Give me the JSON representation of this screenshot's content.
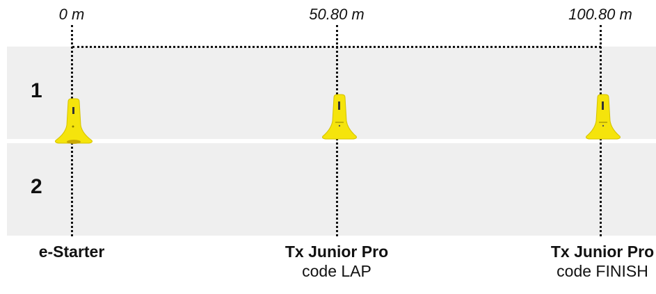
{
  "distances": {
    "start": "0 m",
    "lap": "50.80 m",
    "finish": "100.80 m"
  },
  "lanes": {
    "lane1": "1",
    "lane2": "2"
  },
  "devices": {
    "starter": {
      "name": "e-Starter",
      "icon": "e-starter-icon",
      "color": "#f5e40c"
    },
    "lap": {
      "name": "Tx Junior Pro",
      "code": "code LAP",
      "icon": "tx-junior-pro-icon",
      "color": "#f5e40c"
    },
    "finish": {
      "name": "Tx Junior Pro",
      "code": "code FINISH",
      "icon": "tx-junior-pro-icon",
      "color": "#f5e40c"
    }
  },
  "colors": {
    "lane_bg": "#efefef",
    "device": "#f5e40c"
  }
}
